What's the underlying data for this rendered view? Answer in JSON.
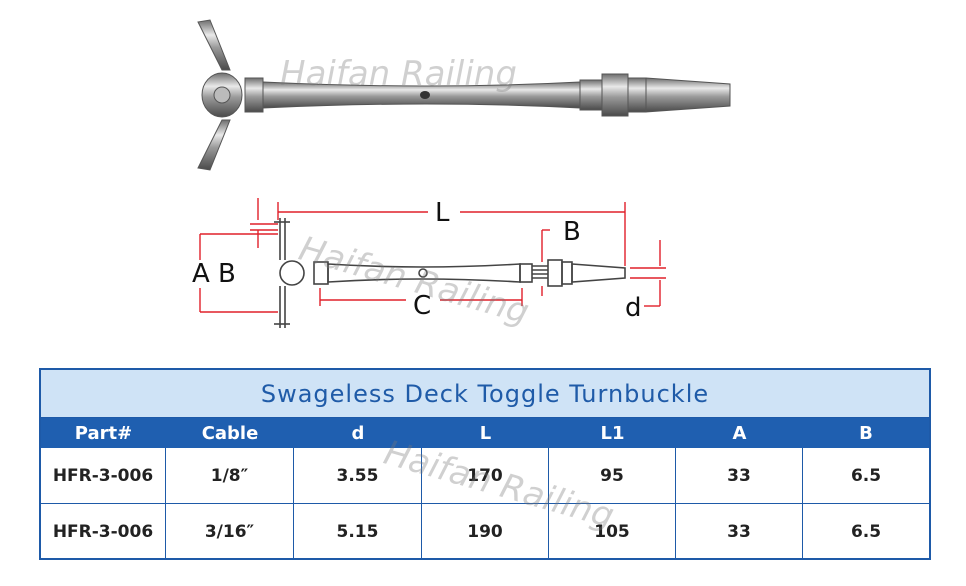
{
  "watermark": "Haifan Railing",
  "diagram": {
    "labels": {
      "L": "L",
      "A": "A",
      "B_left": "B",
      "B_right": "B",
      "C": "C",
      "d": "d"
    }
  },
  "table": {
    "title": "Swageless Deck Toggle Turnbuckle",
    "headers": [
      "Part#",
      "Cable",
      "d",
      "L",
      "L1",
      "A",
      "B"
    ],
    "rows": [
      [
        "HFR-3-006",
        "1/8″",
        "3.55",
        "170",
        "95",
        "33",
        "6.5"
      ],
      [
        "HFR-3-006",
        "3/16″",
        "5.15",
        "190",
        "105",
        "33",
        "6.5"
      ]
    ]
  },
  "colors": {
    "accent": "#1f5fb0",
    "title_bg": "#cfe3f6",
    "dimension": "#e0202a"
  }
}
